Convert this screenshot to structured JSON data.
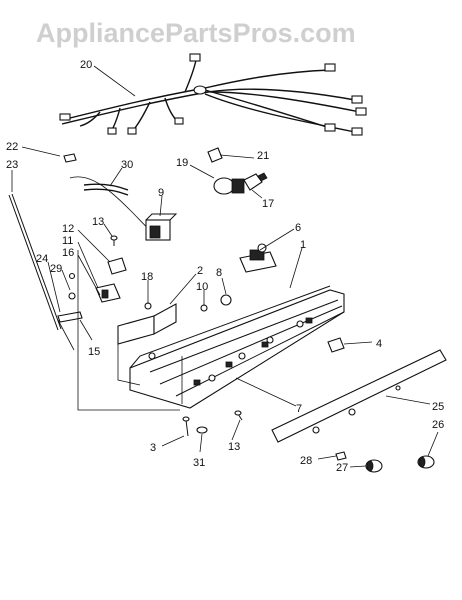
{
  "watermark": "AppliancePartsPros.com",
  "callouts": [
    {
      "id": "c20",
      "text": "20"
    },
    {
      "id": "c22",
      "text": "22"
    },
    {
      "id": "c23",
      "text": "23"
    },
    {
      "id": "c30",
      "text": "30"
    },
    {
      "id": "c19",
      "text": "19"
    },
    {
      "id": "c21",
      "text": "21"
    },
    {
      "id": "c17",
      "text": "17"
    },
    {
      "id": "c9",
      "text": "9"
    },
    {
      "id": "c13a",
      "text": "13"
    },
    {
      "id": "c12",
      "text": "12"
    },
    {
      "id": "c11",
      "text": "11"
    },
    {
      "id": "c16",
      "text": "16"
    },
    {
      "id": "c24",
      "text": "24"
    },
    {
      "id": "c29",
      "text": "29"
    },
    {
      "id": "c18",
      "text": "18"
    },
    {
      "id": "c2",
      "text": "2"
    },
    {
      "id": "c10",
      "text": "10"
    },
    {
      "id": "c8",
      "text": "8"
    },
    {
      "id": "c6",
      "text": "6"
    },
    {
      "id": "c1",
      "text": "1"
    },
    {
      "id": "c15",
      "text": "15"
    },
    {
      "id": "c4",
      "text": "4"
    },
    {
      "id": "c7",
      "text": "7"
    },
    {
      "id": "c25",
      "text": "25"
    },
    {
      "id": "c3",
      "text": "3"
    },
    {
      "id": "c13b",
      "text": "13"
    },
    {
      "id": "c31",
      "text": "31"
    },
    {
      "id": "c26",
      "text": "26"
    },
    {
      "id": "c28",
      "text": "28"
    },
    {
      "id": "c27",
      "text": "27"
    }
  ]
}
